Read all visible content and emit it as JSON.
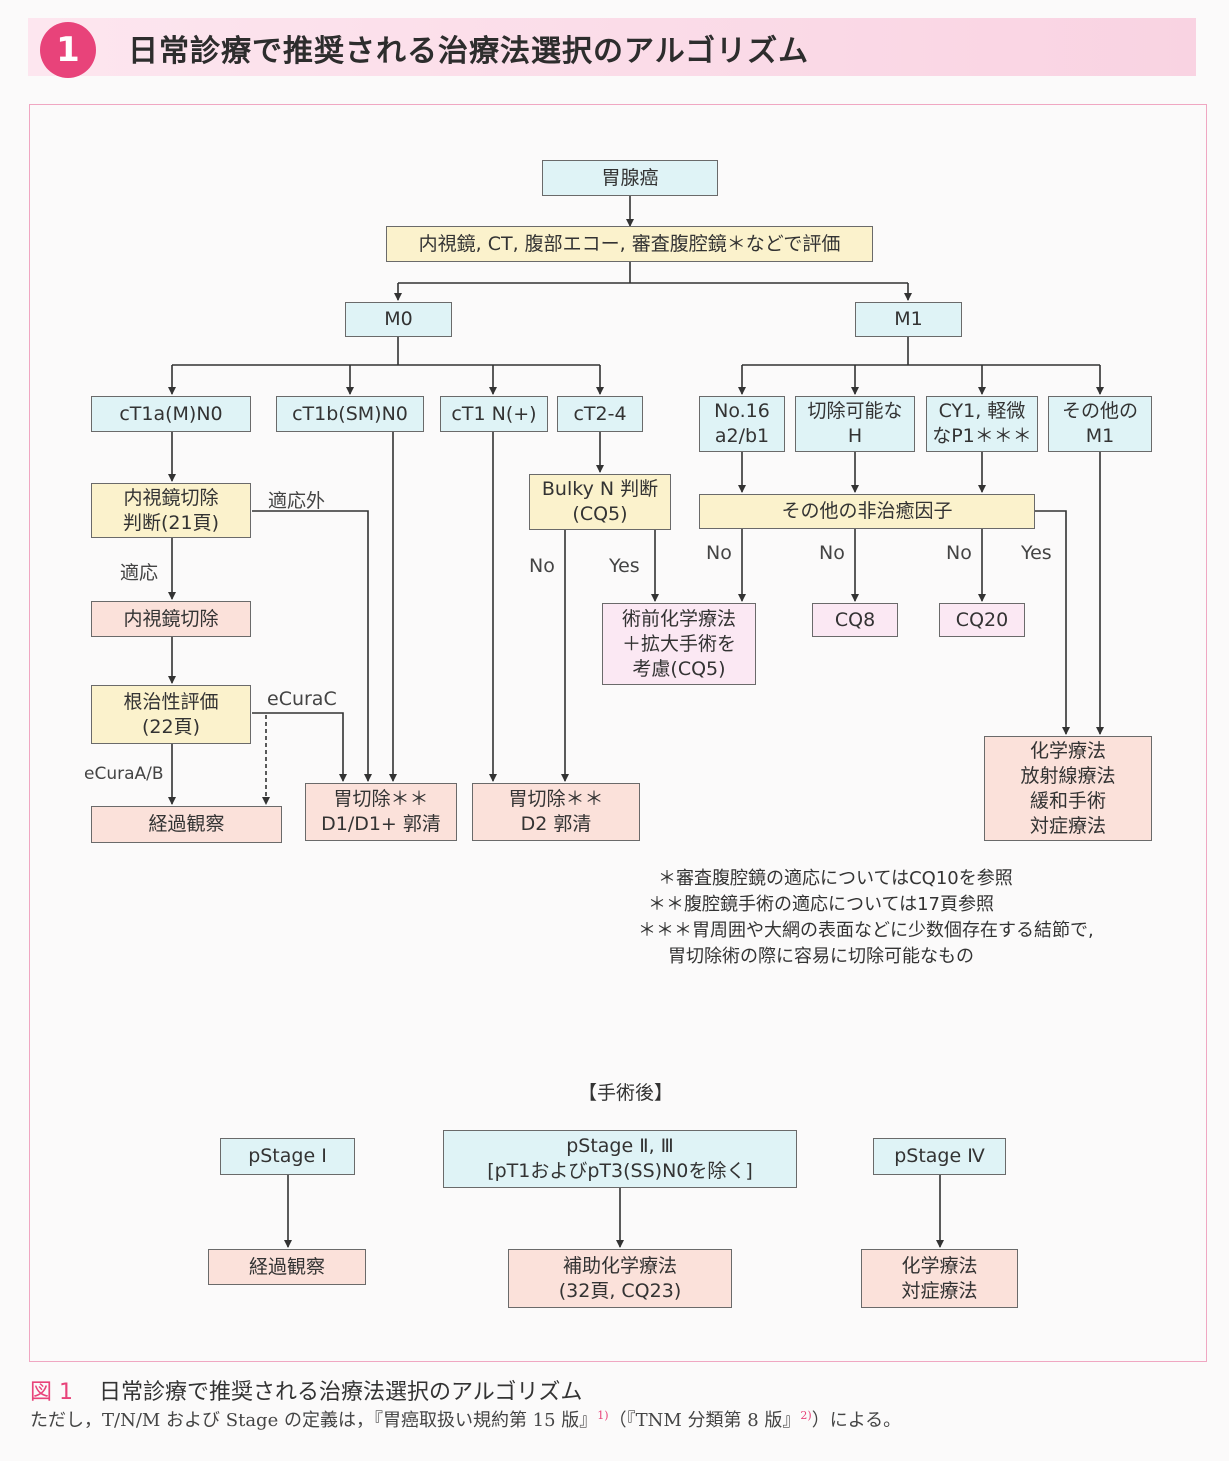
{
  "header": {
    "number": "1",
    "title": "日常診療で推奨される治療法選択のアルゴリズム"
  },
  "flow": {
    "gastric_cancer": "胃腺癌",
    "evaluation": "内視鏡, CT, 腹部エコー, 審査腹腔鏡＊などで評価",
    "m0": "M0",
    "m1": "M1",
    "ct1a": "cT1a(M)N0",
    "ct1b": "cT1b(SM)N0",
    "ct1n": "cT1 N(+)",
    "ct24": "cT2-4",
    "no16": "No.16\na2/b1",
    "resectable_h": "切除可能な\nH",
    "cy1": "CY1, 軽微\nなP1＊＊＊",
    "other_m1": "その他の\nM1",
    "endo_judge": "内視鏡切除\n判断(21頁)",
    "endo_resection": "内視鏡切除",
    "curative_eval": "根治性評価\n(22頁)",
    "observation": "経過観察",
    "gastrectomy_d1": "胃切除＊＊\nD1/D1+ 郭清",
    "bulky_n": "Bulky N 判断\n(CQ5)",
    "gastrectomy_d2": "胃切除＊＊\nD2 郭清",
    "preop_chemo": "術前化学療法\n＋拡大手術を\n考慮(CQ5)",
    "other_noncurative": "その他の非治癒因子",
    "cq8": "CQ8",
    "cq20": "CQ20",
    "palliative": "化学療法\n放射線療法\n緩和手術\n対症療法"
  },
  "labels": {
    "out_of_indication": "適応外",
    "indication": "適応",
    "ecura_c": "eCuraC",
    "ecura_ab": "eCuraA/B",
    "no": "No",
    "yes": "Yes"
  },
  "notes": [
    "＊審査腹腔鏡の適応についてはCQ10を参照",
    "＊＊腹腔鏡手術の適応については17頁参照",
    "＊＊＊胃周囲や大網の表面などに少数個存在する結節で,",
    "胃切除術の際に容易に切除可能なもの"
  ],
  "postop": {
    "title": "【手術後】",
    "stage1": "pStage Ⅰ",
    "stage23": "pStage Ⅱ, Ⅲ\n[pT1およびpT3(SS)N0を除く]",
    "stage4": "pStage Ⅳ",
    "observation": "経過観察",
    "adjuvant": "補助化学療法\n(32頁, CQ23)",
    "chemo_supportive": "化学療法\n対症療法"
  },
  "caption": {
    "figure_label": "図 1",
    "title": "日常診療で推奨される治療法選択のアルゴリズム",
    "note_pre": "ただし，T/N/M および Stage の定義は，『胃癌取扱い規約第 15 版』",
    "ref1": "1)",
    "note_mid": "（『TNM 分類第 8 版』",
    "ref2": "2)",
    "note_post": "）による。"
  }
}
